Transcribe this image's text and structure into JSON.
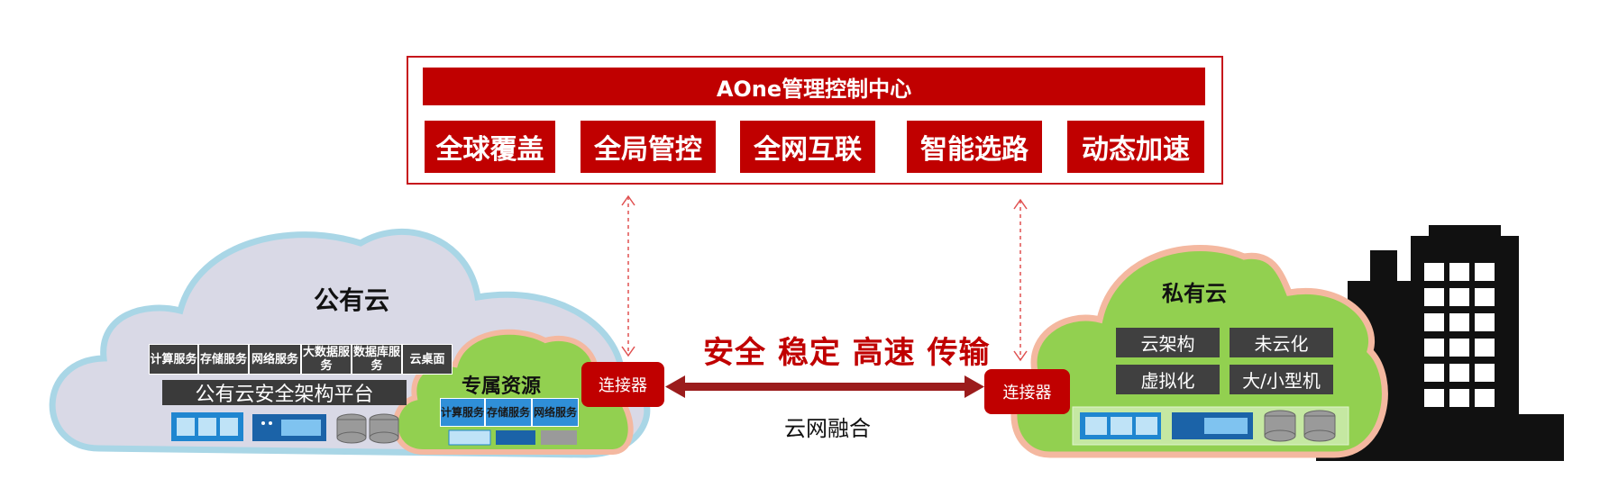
{
  "control_center": {
    "title": "AOne管理控制中心",
    "features": [
      "全球覆盖",
      "全局管控",
      "全网互联",
      "智能选路",
      "动态加速"
    ]
  },
  "public_cloud": {
    "title": "公有云",
    "services": [
      "计算服务",
      "存储服务",
      "网络服务",
      "大数据服务",
      "数据库服务",
      "云桌面"
    ],
    "platform": "公有云安全架构平台"
  },
  "dedicated_resources": {
    "title": "专属资源",
    "services": [
      "计算服务",
      "存储服务",
      "网络服务"
    ]
  },
  "connectors": {
    "left": "连接器",
    "right": "连接器"
  },
  "link": {
    "slogan": "安全 稳定 高速 传输",
    "caption": "云网融合"
  },
  "private_cloud": {
    "title": "私有云",
    "items": [
      "云架构",
      "未云化",
      "虚拟化",
      "大/小型机"
    ]
  },
  "colors": {
    "brand_red": "#c00000",
    "public_cloud_fill": "#d9d9e6",
    "public_cloud_border": "#a9d6e6",
    "private_cloud_fill": "#92d050",
    "private_cloud_border": "#f4b8a0"
  }
}
